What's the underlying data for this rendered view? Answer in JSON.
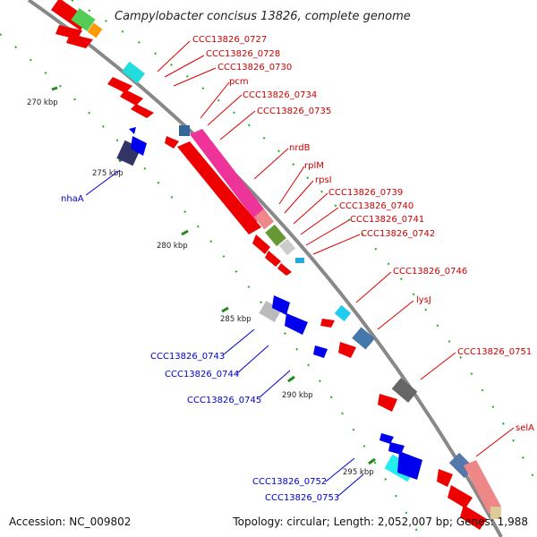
{
  "title": "Campylobacter concisus 13826, complete genome",
  "footer": {
    "accession": "Accession: NC_009802",
    "topology": "Topology: circular; Length: 2,052,007 bp; Genes: 1,988"
  },
  "colors": {
    "backbone": "#888888",
    "forward_gene": "#ee0000",
    "reverse_gene": "#0000ee",
    "forward_label": "#cc0000",
    "reverse_label": "#0000cc",
    "tick": "#228822"
  },
  "ticks": [
    "270 kbp",
    "275 kbp",
    "280 kbp",
    "285 kbp",
    "290 kbp",
    "295 kbp"
  ],
  "forward_labels": [
    "CCC13826_0727",
    "CCC13826_0728",
    "CCC13826_0730",
    "pcm",
    "CCC13826_0734",
    "CCC13826_0735",
    "nrdB",
    "rplM",
    "rpsI",
    "CCC13826_0739",
    "CCC13826_0740",
    "CCC13826_0741",
    "CCC13826_0742",
    "CCC13826_0746",
    "lysJ",
    "CCC13826_0751",
    "selA"
  ],
  "reverse_labels": [
    "nhaA",
    "CCC13826_0743",
    "CCC13826_0744",
    "CCC13826_0745",
    "CCC13826_0752",
    "CCC13826_0753"
  ]
}
